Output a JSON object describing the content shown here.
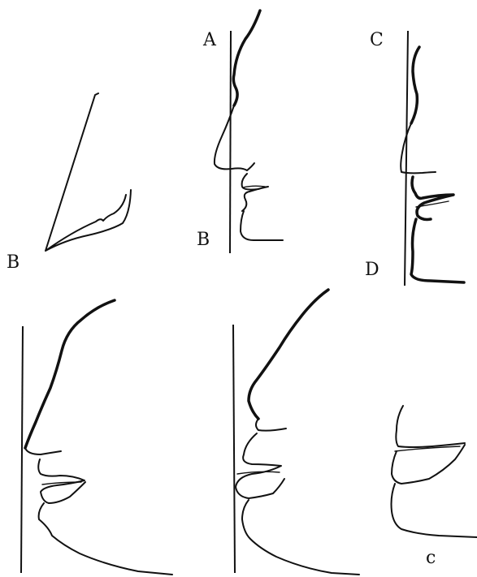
{
  "labels": {
    "b_upper": "B",
    "a_upper": "A",
    "b_lower": "B",
    "c_upper": "C",
    "d_upper": "D",
    "c_lower": "c"
  },
  "colors": {
    "ink": "#111111",
    "paper": "#ffffff"
  }
}
